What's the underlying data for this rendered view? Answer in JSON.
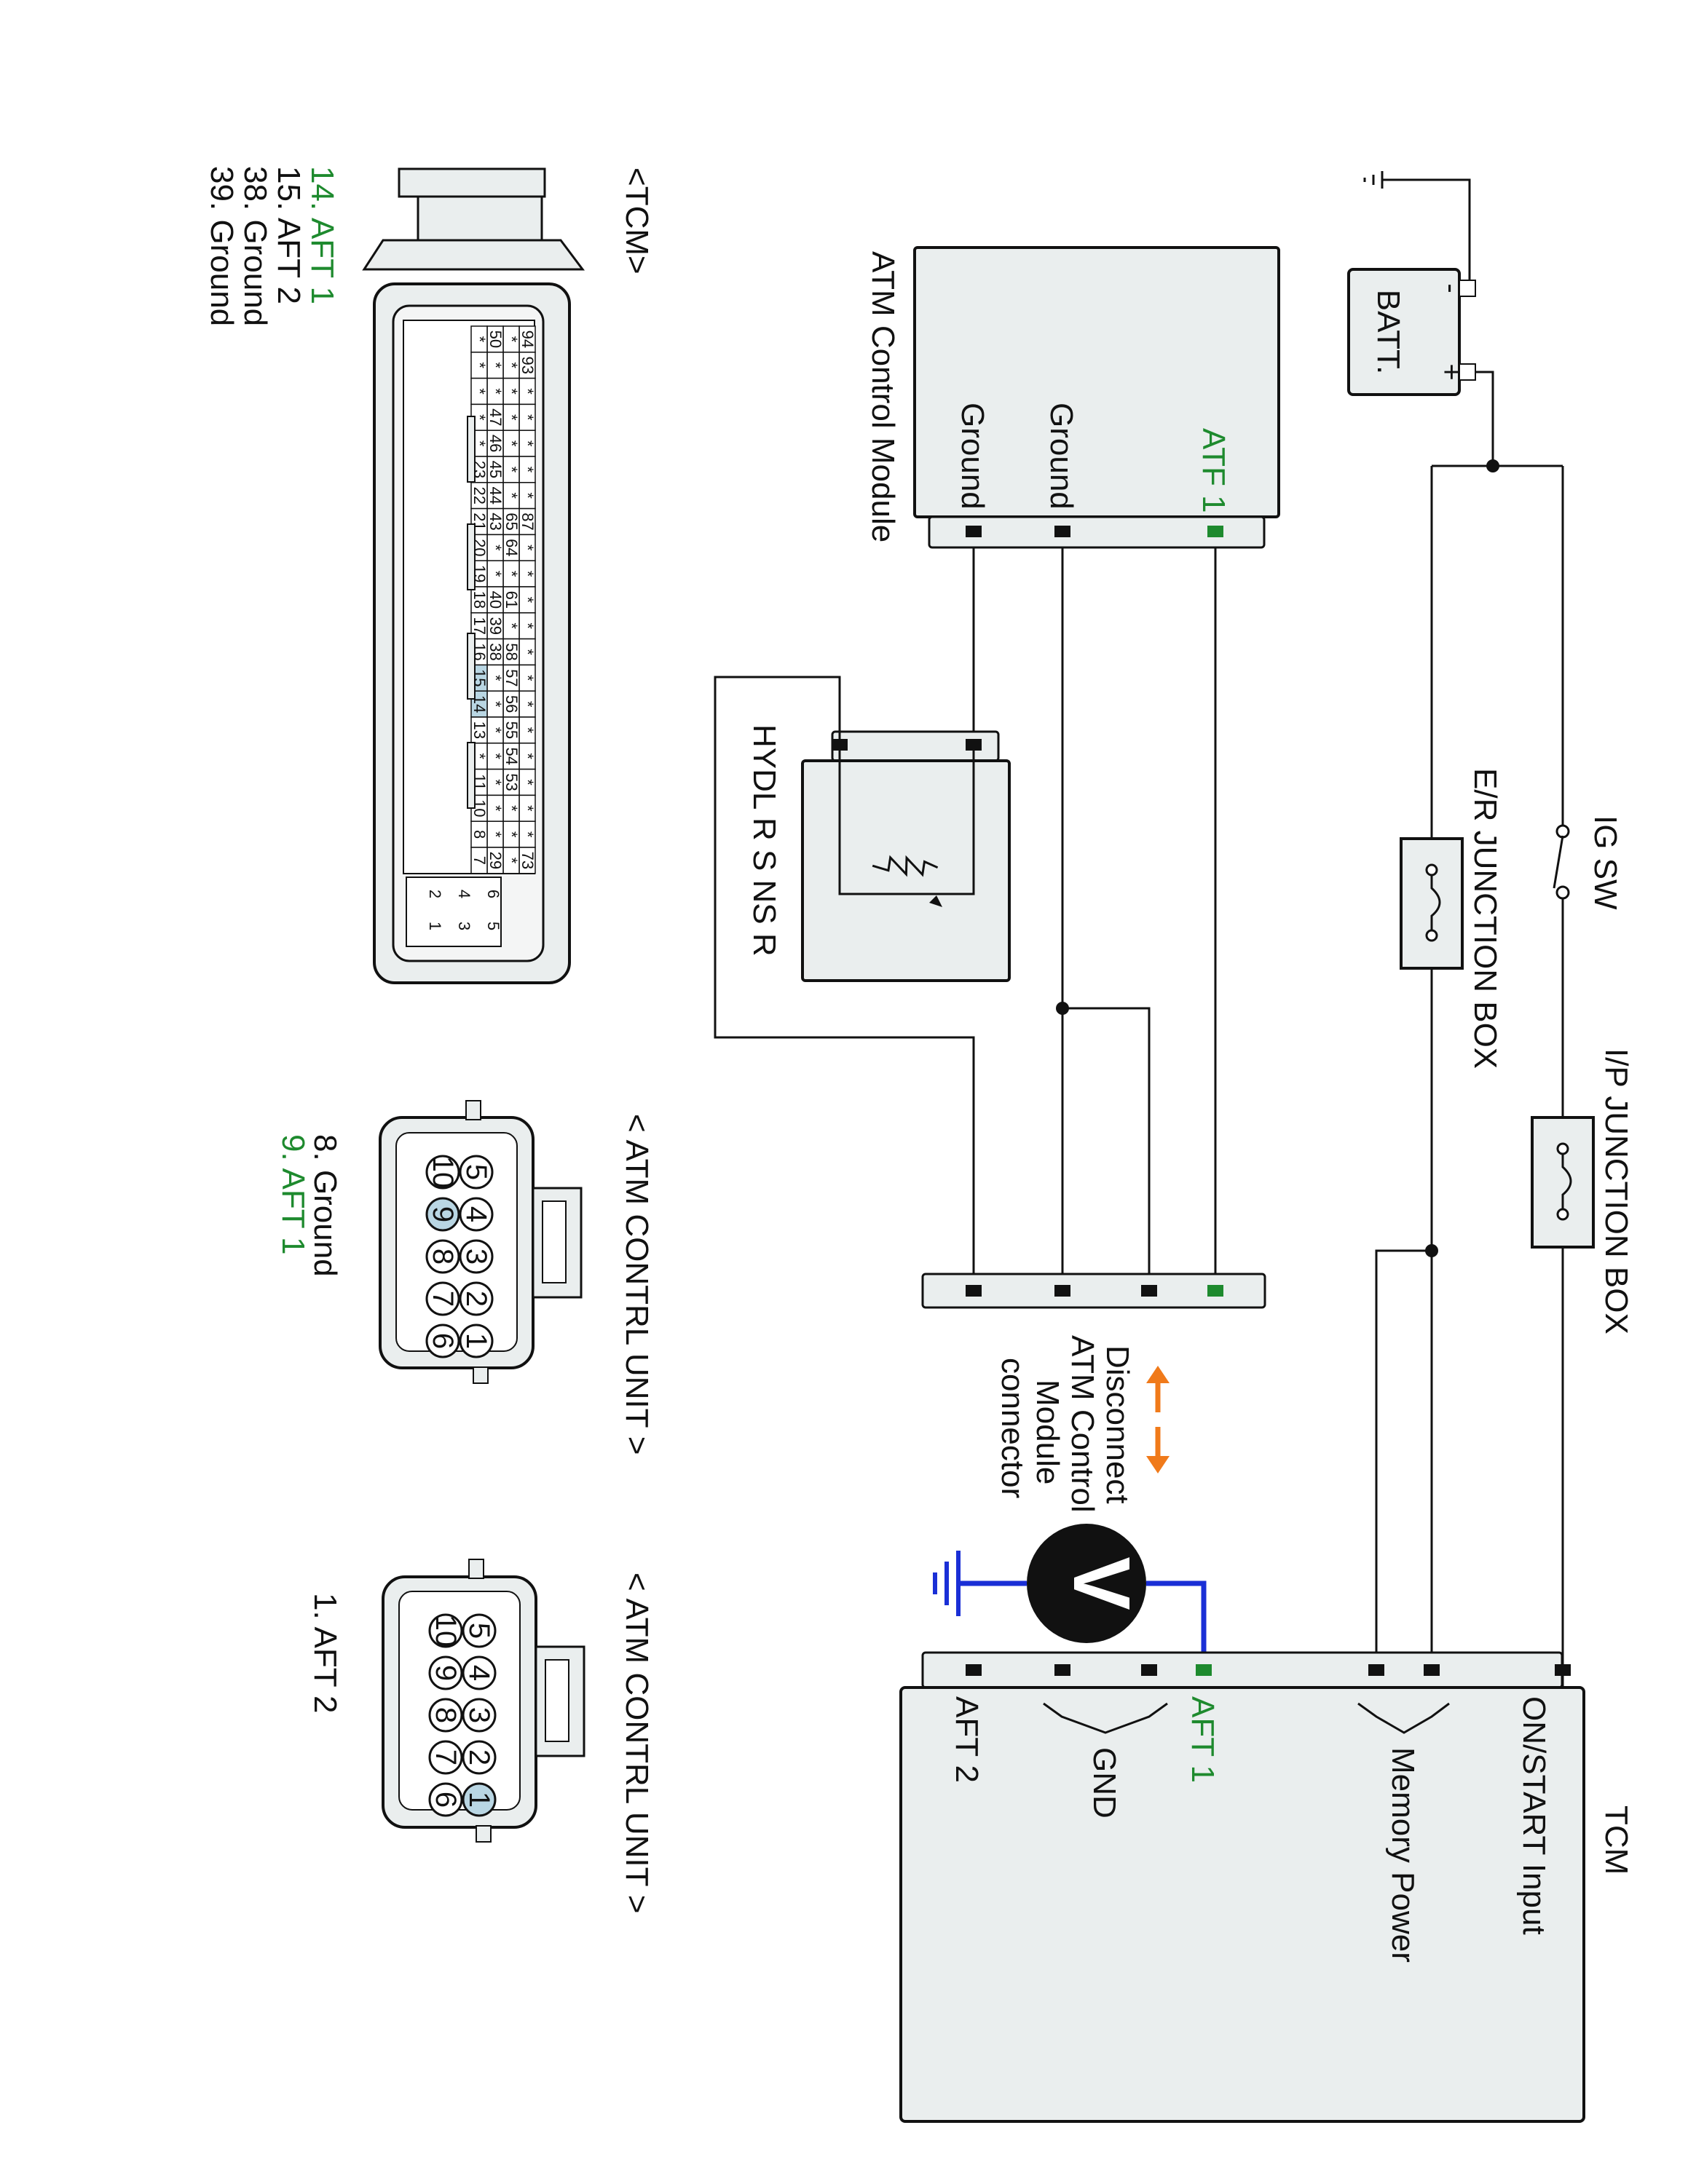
{
  "diagram": {
    "batt_label": "BATT.",
    "batt_minus": "-",
    "batt_plus": "+",
    "ig_sw": "IG SW",
    "er_junction": "E/R JUNCTION BOX",
    "ip_junction": "I/P JUNCTION BOX",
    "atm_module": "ATM Control Module",
    "atm_pins": [
      "ATF 1",
      "Ground",
      "Ground"
    ],
    "hydl_sensor": "HYDL R S NS R",
    "disconnect_note": [
      "Disconnect",
      "ATM Control",
      "Module",
      "connector"
    ],
    "voltmeter": "V",
    "tcm_title": "TCM",
    "tcm_inputs": [
      "ON/START Input",
      "Memory Power",
      "AFT 1",
      "GND",
      "AFT 2"
    ]
  },
  "connectors": {
    "tcm": {
      "title": "<TCM>",
      "legend": [
        {
          "text": "14. AFT 1",
          "highlight": true
        },
        {
          "text": "15. AFT 2",
          "highlight": false
        },
        {
          "text": "38. Ground",
          "highlight": false
        },
        {
          "text": "39. Ground",
          "highlight": false
        }
      ],
      "row1": [
        "94",
        "93",
        "*",
        "*",
        "*",
        "*",
        "*",
        "87",
        "*",
        "*",
        "*",
        "*",
        "*",
        "*",
        "*",
        "*",
        "*",
        "*",
        "*",
        "*",
        "73"
      ],
      "row2": [
        "*",
        "*",
        "*",
        "*",
        "*",
        "*",
        "*",
        "65",
        "64",
        "*",
        "61",
        "*",
        "58",
        "57",
        "56",
        "55",
        "54",
        "53",
        "*",
        "*",
        "*"
      ],
      "row3": [
        "50",
        "*",
        "*",
        "47",
        "46",
        "45",
        "44",
        "43",
        "*",
        "*",
        "40",
        "39",
        "38",
        "*",
        "*",
        "*",
        "*",
        "*",
        "*",
        "*",
        "29"
      ],
      "row4": [
        "*",
        "*",
        "*",
        "*",
        "*",
        "23",
        "22",
        "21",
        "20",
        "19",
        "18",
        "17",
        "16",
        "15",
        "14",
        "13",
        "*",
        "11",
        "10",
        "8",
        "7"
      ],
      "small_pins": [
        "6",
        "5",
        "4",
        "3",
        "2",
        "1"
      ],
      "highlight_pins": [
        "15",
        "14"
      ]
    },
    "atm_unit_a": {
      "title": "< ATM CONTRL UNIT >",
      "top_row": [
        "5",
        "4",
        "3",
        "2",
        "1"
      ],
      "bottom_row": [
        "10",
        "9",
        "8",
        "7",
        "6"
      ],
      "highlight": "9",
      "legend": [
        {
          "text": "8. Ground",
          "highlight": false
        },
        {
          "text": "9. AFT 1",
          "highlight": true
        }
      ]
    },
    "atm_unit_b": {
      "title": "< ATM CONTRL UNIT >",
      "top_row": [
        "5",
        "4",
        "3",
        "2",
        "1"
      ],
      "bottom_row": [
        "10",
        "9",
        "8",
        "7",
        "6"
      ],
      "highlight": "1",
      "legend": [
        {
          "text": "1. AFT 2",
          "highlight": false
        }
      ]
    }
  },
  "colors": {
    "signal_green": "#1e8a2e",
    "meter_blue": "#1a2fd6",
    "arrow_orange": "#f07a1a",
    "pin_highlight": "#b9d6e3",
    "box_fill": "#eaeeee"
  }
}
